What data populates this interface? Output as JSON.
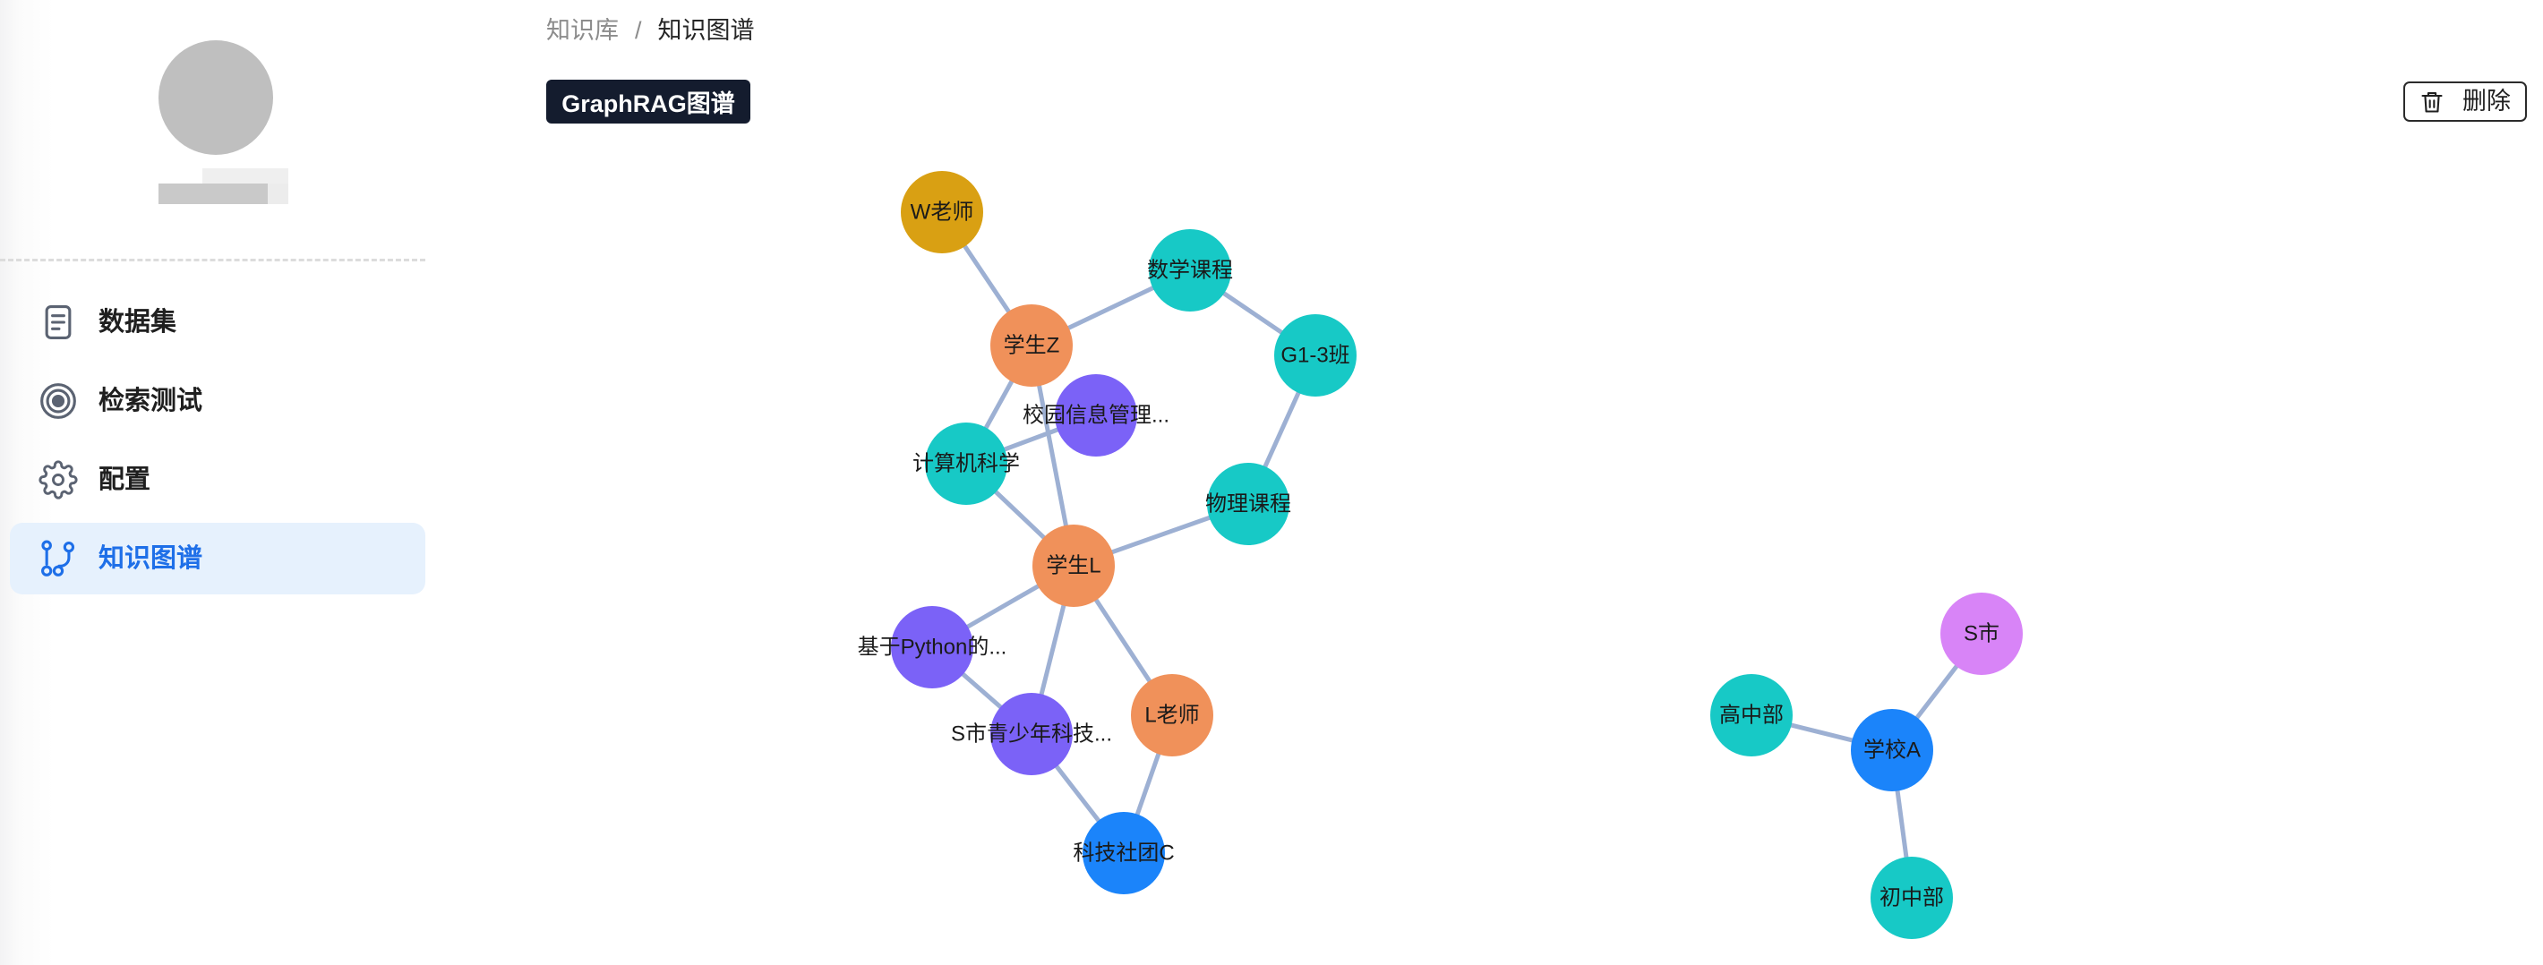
{
  "breadcrumb": {
    "root": "知识库",
    "separator": "/",
    "current": "知识图谱"
  },
  "badge": {
    "label": "GraphRAG图谱"
  },
  "toolbar": {
    "delete_label": "删除",
    "delete_icon": "trash-icon"
  },
  "sidebar": {
    "items": [
      {
        "label": "数据集",
        "icon": "document-icon",
        "active": false
      },
      {
        "label": "检索测试",
        "icon": "target-icon",
        "active": false
      },
      {
        "label": "配置",
        "icon": "gear-icon",
        "active": false
      },
      {
        "label": "知识图谱",
        "icon": "knowledge-graph-icon",
        "active": true
      }
    ]
  },
  "colors": {
    "accent": "#1e6fe8",
    "active_bg": "#e6f1fd",
    "badge_bg": "#141c2e",
    "edge": "#9db0d3"
  },
  "graph": {
    "nodes": [
      {
        "label": "W老师",
        "color": "#d9a013"
      },
      {
        "label": "学生Z",
        "color": "#f0915a"
      },
      {
        "label": "数学课程",
        "color": "#17c9c6"
      },
      {
        "label": "G1-3班",
        "color": "#17c9c6"
      },
      {
        "label": "校园信息管理...",
        "color": "#7b62f7"
      },
      {
        "label": "计算机科学",
        "color": "#17c9c6"
      },
      {
        "label": "物理课程",
        "color": "#17c9c6"
      },
      {
        "label": "学生L",
        "color": "#f0915a"
      },
      {
        "label": "基于Python的...",
        "color": "#7b62f7"
      },
      {
        "label": "S市青少年科技...",
        "color": "#7b62f7"
      },
      {
        "label": "L老师",
        "color": "#f0915a"
      },
      {
        "label": "科技社团C",
        "color": "#1b84fa"
      },
      {
        "label": "S市",
        "color": "#d884f7"
      },
      {
        "label": "学校A",
        "color": "#1b84fa"
      },
      {
        "label": "高中部",
        "color": "#17c9c6"
      },
      {
        "label": "初中部",
        "color": "#17c9c6"
      }
    ],
    "edges": [
      [
        0,
        1
      ],
      [
        1,
        2
      ],
      [
        2,
        3
      ],
      [
        3,
        6
      ],
      [
        1,
        5
      ],
      [
        1,
        7
      ],
      [
        5,
        4
      ],
      [
        5,
        7
      ],
      [
        7,
        6
      ],
      [
        7,
        8
      ],
      [
        7,
        9
      ],
      [
        7,
        10
      ],
      [
        8,
        9
      ],
      [
        9,
        11
      ],
      [
        10,
        11
      ],
      [
        12,
        13
      ],
      [
        14,
        13
      ],
      [
        15,
        13
      ]
    ]
  }
}
